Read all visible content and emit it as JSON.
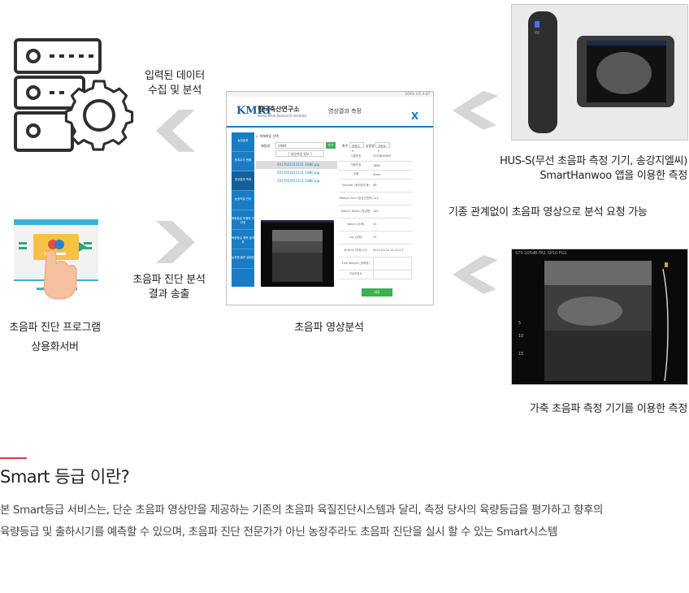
{
  "left_top_caption": [
    "입력된 데이터",
    "수집 및 분석"
  ],
  "left_bottom_caption": [
    "초음파 진단 분석",
    "결과 송출"
  ],
  "server_label": [
    "초음파 진단 프로그램",
    "상용화서버"
  ],
  "center_label": "초음파 영상분석",
  "right_top_caption": [
    "HUS-S(무선 초음파 측정 기기, 송강지엘씨)",
    "SmartHanwoo 앱을 이용한 측정"
  ],
  "right_middle_caption": "기종 관계없이 초음파 영상으로 분석 요청 가능",
  "right_bottom_caption": "가축 초음파 측정 기기를 이용한 측정",
  "tablet": {
    "logo": "KMRI",
    "org_name": "한국축산연구소",
    "org_sub": "Korea Meat Research Institute",
    "title": "영상결과 측정",
    "close": "X",
    "status_bar": "100% 오후 4:47",
    "sidebar": [
      "농장등록",
      "등록우사 현황",
      "영상결과 측정",
      "농장작업 관리",
      "육량등급 초음파 진단표",
      "육량등급 예측 결과표",
      "농장별 출하 일정표"
    ],
    "select_label": "▷ 개체파일 선택",
    "farm_label": "채팅명",
    "farm_value": "1980",
    "add_button": "추가",
    "file_button": "[ 영상파일 첨부 ]",
    "files": [
      "2017022111111-1880.jpg",
      "2017051611111-1880.jpg",
      "2017052911111-1880.jpg"
    ],
    "filter_label": "축주",
    "filter_1": "한원우 ▾",
    "filter_2": "농장명",
    "filter_3": "자동트 ▾",
    "fields": [
      [
        "식별번호",
        "2310816605"
      ],
      [
        "개체번호",
        "1880"
      ],
      [
        "성별",
        "Steer"
      ],
      [
        "Backfat (등지방두께)",
        "08"
      ],
      [
        "Ribeye Area (등심단면적)",
        "111"
      ],
      [
        "Ribeye Width (등심폭)",
        "140"
      ],
      [
        "Batch (두께)",
        "12"
      ],
      [
        "Lot (유형)",
        "12"
      ],
      [
        "M-time (측정시각)",
        "2017-03-21 11:11:11"
      ],
      [
        "Live Weight (생체중)",
        ""
      ],
      [
        "근내지방도",
        ""
      ]
    ],
    "save_button": "저장"
  },
  "ultrasound_header": "S75-105dB FA1 SP10 FG1",
  "ultrasound_ticks": [
    "5",
    "10",
    "15"
  ],
  "section_title": "Smart 등급 이란?",
  "description": [
    "본 Smart등급 서비스는, 단순 초음파 영상만을 제공하는 기존의 초음파 육질진단시스템과 달리, 측정 당사의 육량등급을 평가하고 향후의",
    "육량등급 및 출하시기를 예측할 수 있으며, 초음파 진단 전문가가 아닌 농장주라도 초음파 진단을 실시 할 수 있는 Smart시스템"
  ],
  "colors": {
    "accent_blue": "#1a7dc4",
    "arrow_gray": "#d6d6d6",
    "icon_dark": "#2f2f2f",
    "section_red": "#d33d4f",
    "button_green": "#3cb050"
  }
}
